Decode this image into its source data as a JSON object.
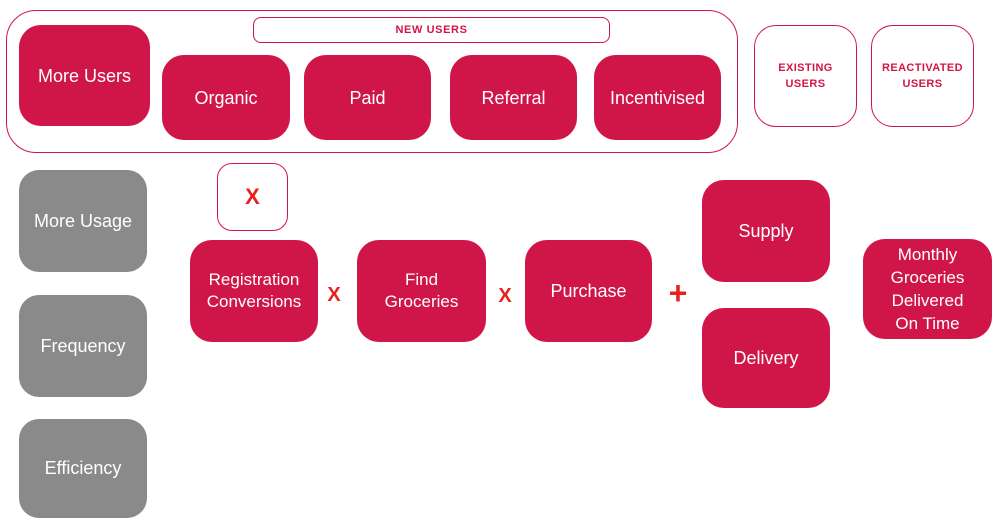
{
  "colors": {
    "crimson": "#D01649",
    "bright_red": "#E8201E",
    "gray": "#8A8A8A",
    "white": "#FFFFFF"
  },
  "acquisition": {
    "group_label": "NEW USERS",
    "driver": "More Users",
    "channels": [
      "Organic",
      "Paid",
      "Referral",
      "Incentivised"
    ]
  },
  "user_segments": {
    "existing": {
      "lines": [
        "EXISTING",
        "USERS"
      ]
    },
    "reactivated": {
      "lines": [
        "REACTIVATED",
        "USERS"
      ]
    }
  },
  "growth_levers": [
    "More Usage",
    "Frequency",
    "Efficiency"
  ],
  "equation": {
    "multiplier_badge": "X",
    "multiply_operator": "X",
    "plus_operator": "+",
    "registration": {
      "lines": [
        "Registration",
        "Conversions"
      ]
    },
    "find_groceries": {
      "lines": [
        "Find",
        "Groceries"
      ]
    },
    "purchase": "Purchase",
    "fulfillment": [
      "Supply",
      "Delivery"
    ],
    "outcome": {
      "lines": [
        "Monthly",
        "Groceries",
        "Delivered",
        "On Time"
      ]
    }
  }
}
